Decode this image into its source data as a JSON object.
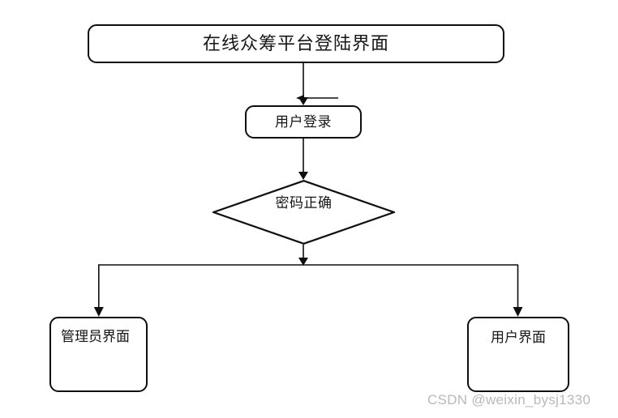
{
  "diagram": {
    "type": "flowchart",
    "title_node": {
      "id": "title",
      "label": "在线众筹平台登陆界面",
      "shape": "rounded-rectangle"
    },
    "nodes": [
      {
        "id": "login",
        "label": "用户登录",
        "shape": "rounded-rectangle"
      },
      {
        "id": "decision",
        "label": "密码正确",
        "shape": "diamond"
      },
      {
        "id": "admin",
        "label": "管理员界面",
        "shape": "rounded-rectangle"
      },
      {
        "id": "user",
        "label": "用户界面",
        "shape": "rounded-rectangle"
      }
    ],
    "edges": [
      {
        "from": "title",
        "to": "login",
        "label": ""
      },
      {
        "from": "login",
        "to": "decision",
        "label": ""
      },
      {
        "from": "decision",
        "to": "admin",
        "label": ""
      },
      {
        "from": "decision",
        "to": "user",
        "label": ""
      }
    ],
    "colors": {
      "stroke": "#0f0f0f",
      "fill": "#ffffff",
      "text": "#161616",
      "watermark": "#b9b9b9"
    }
  },
  "watermark": {
    "text": "CSDN @weixin_bysj1330"
  }
}
